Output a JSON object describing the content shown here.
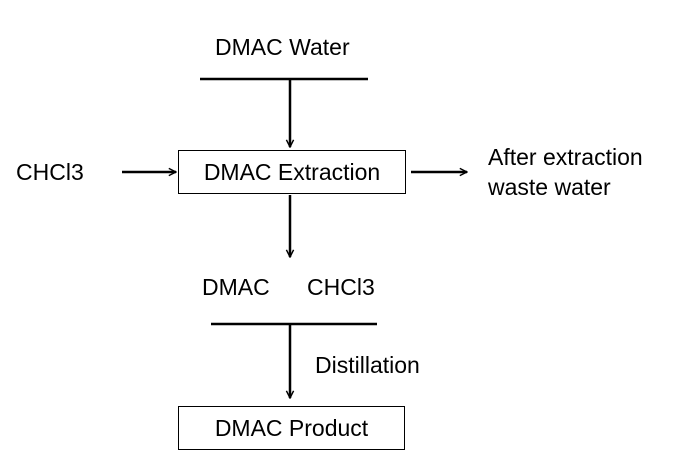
{
  "labels": {
    "dmac_water": "DMAC Water",
    "chcl3_input": "CHCl3",
    "extraction": "DMAC Extraction",
    "waste_line1": "After extraction",
    "waste_line2": "waste water",
    "dmac": "DMAC",
    "chcl3_mix": "CHCl3",
    "distillation": "Distillation",
    "product": "DMAC Product"
  },
  "colors": {
    "stroke": "#000000",
    "background": "#ffffff"
  }
}
